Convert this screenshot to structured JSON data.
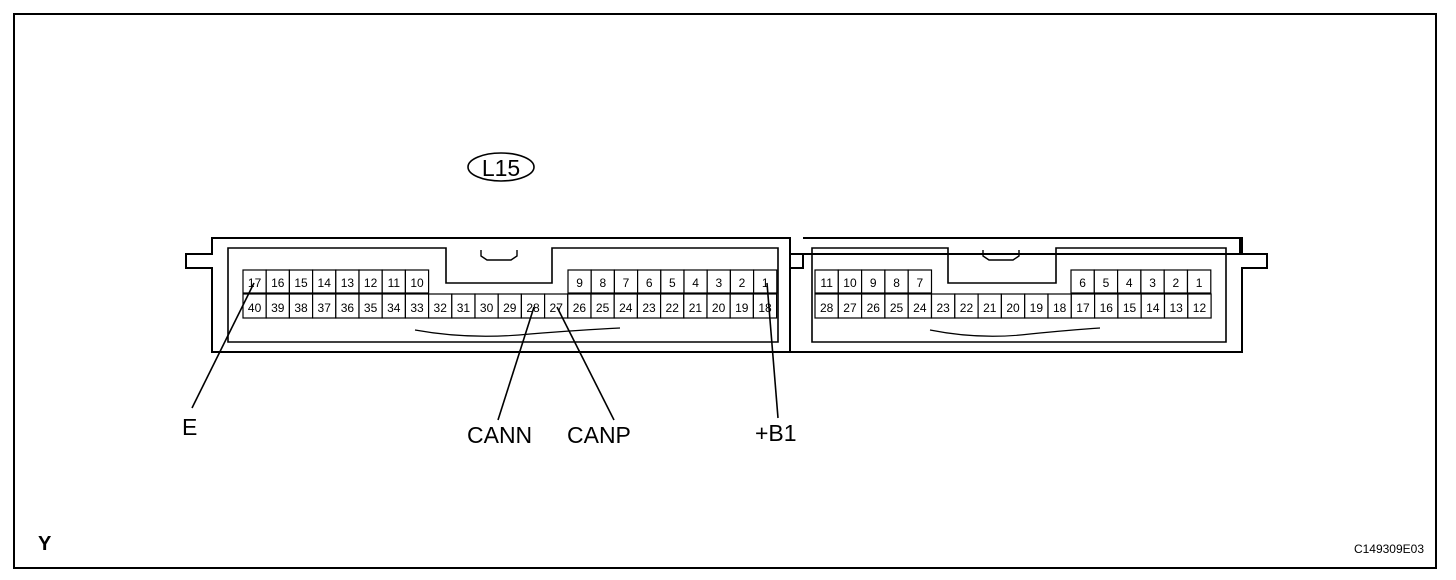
{
  "connector_label": "L15",
  "view_marker": "Y",
  "figure_code": "C149309E03",
  "connector_a": {
    "top_row_left": [
      "17",
      "16",
      "15",
      "14",
      "13",
      "12",
      "11",
      "10"
    ],
    "top_row_right": [
      "9",
      "8",
      "7",
      "6",
      "5",
      "4",
      "3",
      "2",
      "1"
    ],
    "bottom_row": [
      "40",
      "39",
      "38",
      "37",
      "36",
      "35",
      "34",
      "33",
      "32",
      "31",
      "30",
      "29",
      "28",
      "27",
      "26",
      "25",
      "24",
      "23",
      "22",
      "21",
      "20",
      "19",
      "18"
    ]
  },
  "connector_b": {
    "top_row_left": [
      "11",
      "10",
      "9",
      "8",
      "7"
    ],
    "top_row_right": [
      "6",
      "5",
      "4",
      "3",
      "2",
      "1"
    ],
    "bottom_row": [
      "28",
      "27",
      "26",
      "25",
      "24",
      "23",
      "22",
      "21",
      "20",
      "19",
      "18",
      "17",
      "16",
      "15",
      "14",
      "13",
      "12"
    ]
  },
  "callouts": {
    "e": "E",
    "cann": "CANN",
    "canp": "CANP",
    "b1": "+B1"
  }
}
